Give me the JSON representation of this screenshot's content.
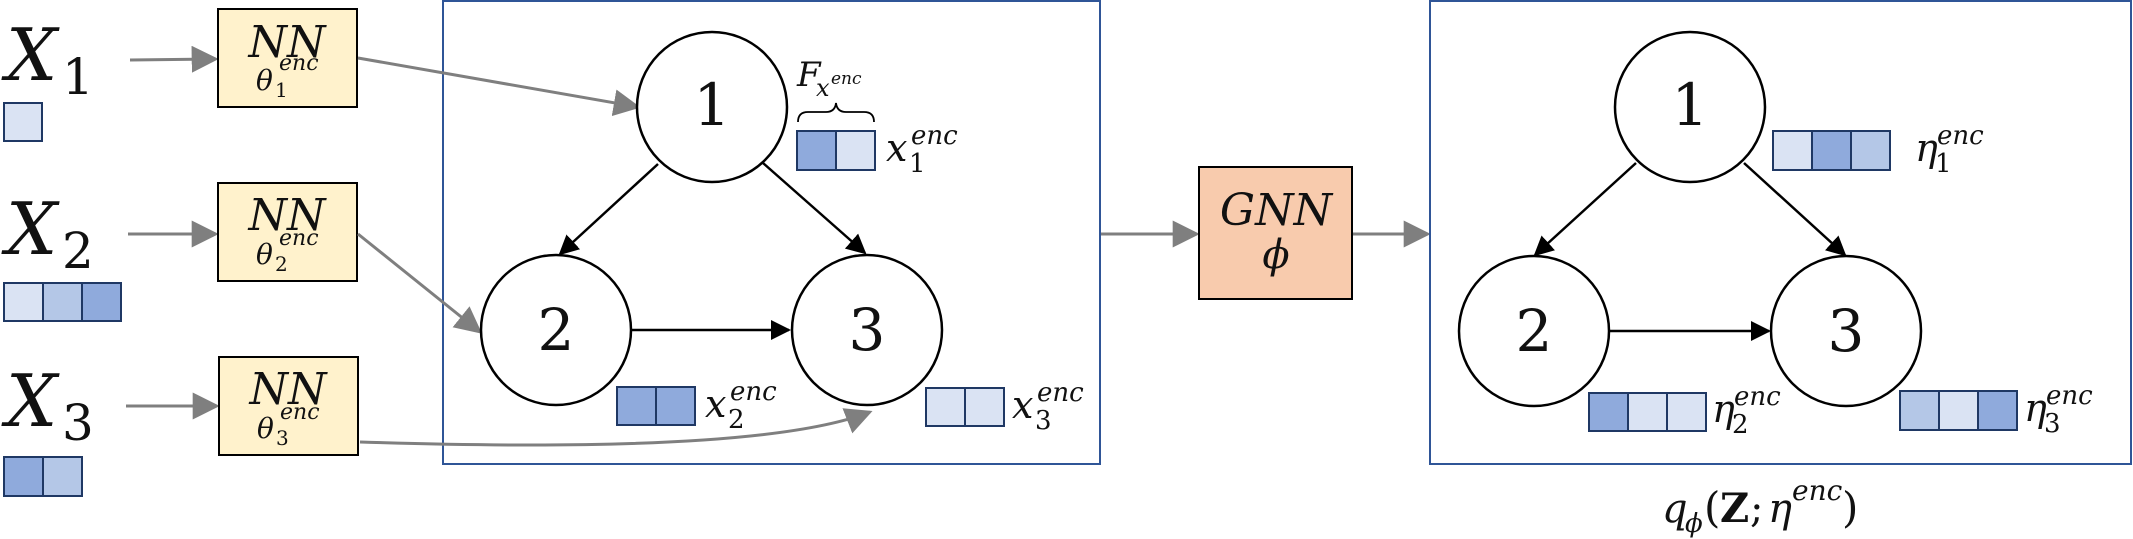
{
  "colors": {
    "light": "#dae3f3",
    "mid": "#b4c7e7",
    "dark": "#8faadc",
    "nn_fill": "#fff2cc",
    "gnn_fill": "#f8cbad",
    "panel_border": "#2f5597",
    "arrow_gray": "#7f7f7f"
  },
  "inputs": [
    {
      "base": "X",
      "sub": "1",
      "bar": [
        "light"
      ]
    },
    {
      "base": "X",
      "sub": "2",
      "bar": [
        "light",
        "mid",
        "dark"
      ]
    },
    {
      "base": "X",
      "sub": "3",
      "bar": [
        "dark",
        "mid"
      ]
    }
  ],
  "encoders": [
    {
      "label": "NN",
      "sub_base": "θ",
      "sub_idx": "1",
      "sup": "enc"
    },
    {
      "label": "NN",
      "sub_base": "θ",
      "sub_idx": "2",
      "sup": "enc"
    },
    {
      "label": "NN",
      "sub_base": "θ",
      "sub_idx": "3",
      "sup": "enc"
    }
  ],
  "nodes": [
    "1",
    "2",
    "3"
  ],
  "left_panel": {
    "brace_label_base": "F",
    "brace_label_sub": "x",
    "brace_label_subsup": "enc",
    "features": [
      {
        "base": "x",
        "sub": "1",
        "sup": "enc",
        "bar": [
          "dark",
          "light"
        ]
      },
      {
        "base": "x",
        "sub": "2",
        "sup": "enc",
        "bar": [
          "dark",
          "dark"
        ]
      },
      {
        "base": "x",
        "sub": "3",
        "sup": "enc",
        "bar": [
          "light",
          "light"
        ]
      }
    ]
  },
  "gnn": {
    "label": "GNN",
    "param": "ϕ"
  },
  "right_panel": {
    "features": [
      {
        "base": "η",
        "sub": "1",
        "sup": "enc",
        "bar": [
          "light",
          "dark",
          "mid"
        ]
      },
      {
        "base": "η",
        "sub": "2",
        "sup": "enc",
        "bar": [
          "dark",
          "light",
          "light"
        ]
      },
      {
        "base": "η",
        "sub": "3",
        "sup": "enc",
        "bar": [
          "mid",
          "light",
          "dark"
        ]
      }
    ],
    "caption": {
      "q": "q",
      "phi": "ϕ",
      "open": "(",
      "Z": "Z",
      "semi": ";",
      "eta": "η",
      "sup": "enc",
      "close": ")"
    }
  }
}
